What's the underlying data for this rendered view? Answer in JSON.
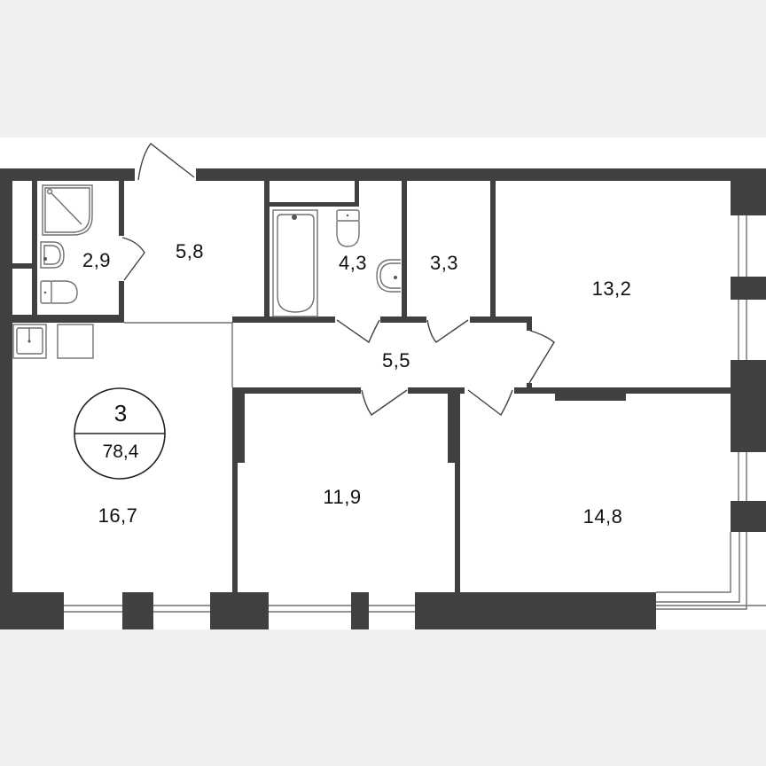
{
  "plan": {
    "room_count": "3",
    "total_area": "78,4",
    "colors": {
      "background": "#f0f0f0",
      "plan_background": "#ffffff",
      "wall": "#404040",
      "text": "#111111"
    },
    "rooms": [
      {
        "id": "shower-bathroom",
        "area": "2,9"
      },
      {
        "id": "entry-hall",
        "area": "5,8"
      },
      {
        "id": "bathroom",
        "area": "4,3"
      },
      {
        "id": "storage",
        "area": "3,3"
      },
      {
        "id": "bedroom-ne",
        "area": "13,2"
      },
      {
        "id": "corridor",
        "area": "5,5"
      },
      {
        "id": "kitchen-living",
        "area": "16,7"
      },
      {
        "id": "bedroom-middle",
        "area": "11,9"
      },
      {
        "id": "bedroom-se",
        "area": "14,8"
      }
    ],
    "fixtures": [
      "shower-icon",
      "sink-icon",
      "toilet-icon",
      "bathtub-icon",
      "kitchen-sink-icon",
      "stove-icon"
    ]
  }
}
